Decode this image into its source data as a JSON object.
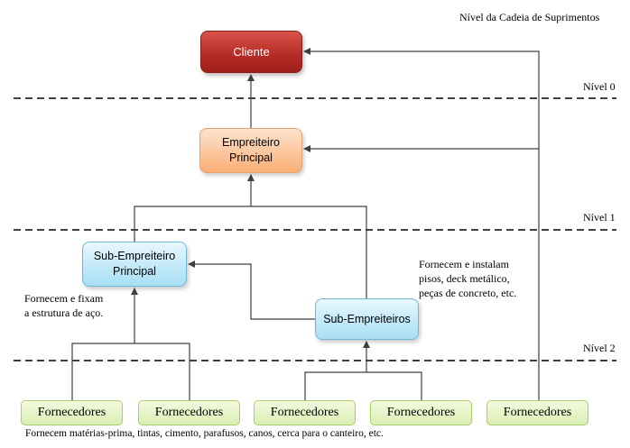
{
  "header": {
    "title": "Nível da Cadeia de Suprimentos"
  },
  "levels": [
    "Nível 0",
    "Nível 1",
    "Nível 2"
  ],
  "nodes": {
    "cliente": "Cliente",
    "empreiteiro_line1": "Empreiteiro",
    "empreiteiro_line2": "Principal",
    "sub_principal_line1": "Sub-Empreiteiro",
    "sub_principal_line2": "Principal",
    "sub_empreiteiros": "Sub-Empreiteiros"
  },
  "suppliers": [
    "Fornecedores",
    "Fornecedores",
    "Fornecedores",
    "Fornecedores",
    "Fornecedores"
  ],
  "annotations": {
    "steel_line1": "Fornecem e fixam",
    "steel_line2": "a estrutura de aço.",
    "install_line1": "Fornecem e instalam",
    "install_line2": "pisos, deck metálico,",
    "install_line3": "peças de concreto, etc.",
    "bottom": "Fornecem matérias-prima, tintas, cimento, parafusos, canos, cerca para o canteiro, etc."
  },
  "colors": {
    "cliente": "#b52a25",
    "empreiteiro": "#fbbf8f",
    "sub": "#b9e6f8",
    "fornecedores": "#d9eeb2",
    "lines": "#404040"
  }
}
